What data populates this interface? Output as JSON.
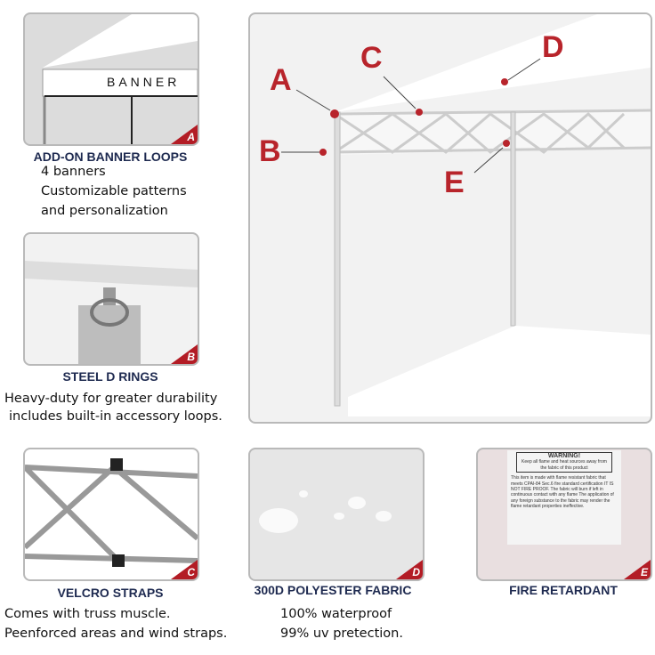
{
  "banner_text": "BANNER",
  "features": [
    {
      "letter": "A",
      "title": "ADD-ON BANNER LOOPS",
      "lines": [
        "4 banners",
        "Customizable patterns",
        "and personalization"
      ]
    },
    {
      "letter": "B",
      "title": "STEEL D RINGS",
      "lines": [
        "Heavy-duty for greater durability",
        "includes built-in accessory loops."
      ]
    },
    {
      "letter": "C",
      "title": "VELCRO STRAPS",
      "lines": [
        "Comes with truss muscle.",
        "Peenforced areas and wind straps."
      ]
    },
    {
      "letter": "D",
      "title": "300D POLYESTER FABRIC",
      "lines": [
        "100% waterproof",
        "99% uv pretection."
      ]
    },
    {
      "letter": "E",
      "title": "FIRE RETARDANT",
      "lines": []
    }
  ],
  "main_labels": [
    "A",
    "B",
    "C",
    "D",
    "E"
  ],
  "warning": {
    "title": "WARNING!",
    "subtitle": "Keep all flame and heat sources away from the fabric of this product",
    "body": "This item is made with flame resistant fabric that meets CPAI-84 Sec.6 fire standard certification IT IS NOT FIRE PROOF. The fabric will burn if left in continuous contact with any flame The application of any foreign substance to the fabric may render the flame retardant properties ineffective."
  },
  "colors": {
    "accent": "#b8242b",
    "heading": "#1e2a50"
  }
}
